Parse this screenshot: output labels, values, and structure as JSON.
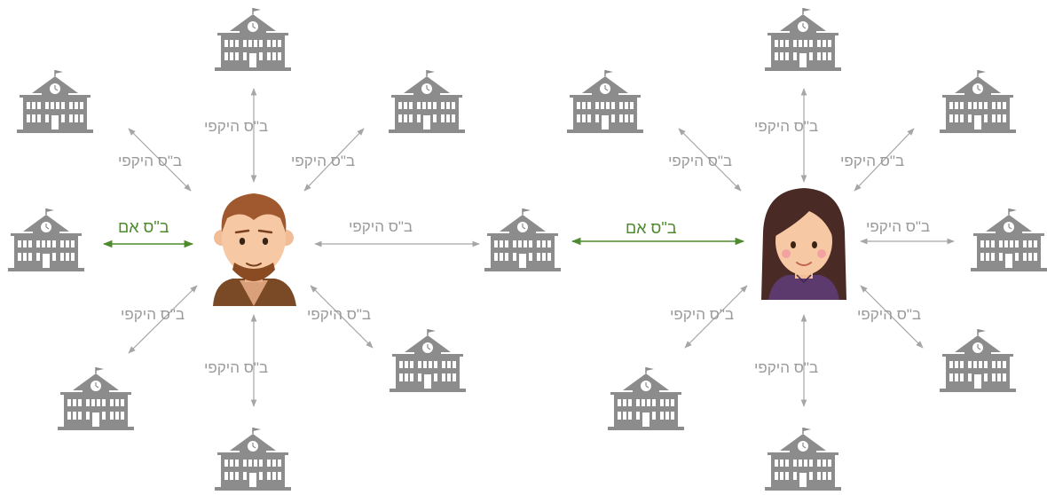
{
  "labels": {
    "home_school": "ב\"ס אם",
    "peripheral_school": "ב\"ס היקפי"
  },
  "colors": {
    "peripheral_arrow": "#a6a6a6",
    "home_arrow": "#4e8a2e",
    "school_icon": "#8c8c8c",
    "label_gray": "#9a9a9a",
    "label_green": "#4e8a2e"
  },
  "icons": {
    "school": "school-building-icon",
    "teacher_male": "male-teacher-avatar",
    "teacher_female": "female-teacher-avatar"
  }
}
